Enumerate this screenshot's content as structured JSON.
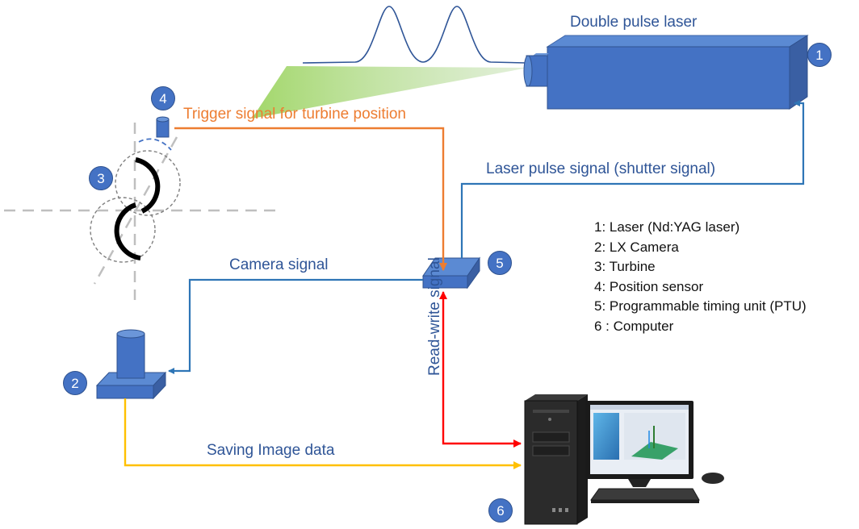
{
  "title": "Double pulse laser",
  "signals": {
    "trigger": "Trigger signal for turbine position",
    "laser_pulse": "Laser pulse signal (shutter signal)",
    "camera": "Camera signal",
    "read_write": "Read-write signal",
    "saving": "Saving Image data"
  },
  "badges": {
    "laser": "1",
    "camera": "2",
    "turbine": "3",
    "sensor": "4",
    "ptu": "5",
    "computer": "6"
  },
  "legend": [
    "1: Laser (Nd:YAG laser)",
    "2: LX Camera",
    "3: Turbine",
    "4: Position sensor",
    "5: Programmable timing unit (PTU)",
    "6 : Computer"
  ],
  "colors": {
    "device_blue": "#4472c4",
    "signal_blue": "#2e75b6",
    "trigger_orange": "#ed7d31",
    "read_write_red": "#ff0000",
    "saving_yellow": "#ffc000",
    "beam_green": "#a9d18e"
  }
}
